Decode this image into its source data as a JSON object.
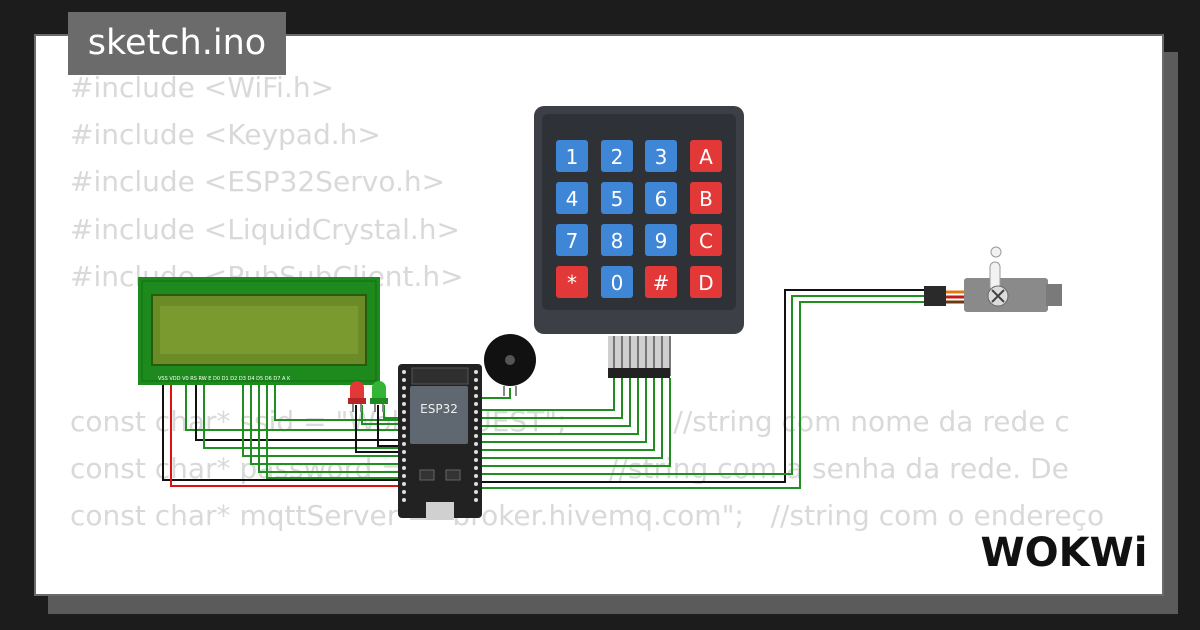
{
  "title": "sketch.ino",
  "brand": "WOKWi",
  "code_lines": [
    "#include <WiFi.h>",
    "#include <Keypad.h>",
    "#include <ESP32Servo.h>",
    "#include <LiquidCrystal.h>",
    "#include <PubSubClient.h>",
    "",
    "",
    "const char* ssid = \"Wokwi-GUEST\";            //string com nome da rede c",
    "const char* password = \"\";                  //string com a senha da rede. De",
    "const char* mqttServer = \"broker.hivemq.com\";   //string com o endereço"
  ],
  "esp32_label": "ESP32",
  "lcd_pin_labels": "VSS VDD V0 RS RW E D0 D1 D2 D3 D4 D5 D6 D7 A K",
  "keypad_keys": [
    "1",
    "2",
    "3",
    "A",
    "4",
    "5",
    "6",
    "B",
    "7",
    "8",
    "9",
    "C",
    "*",
    "0",
    "#",
    "D"
  ],
  "colors": {
    "code_text": "#d9d9d9",
    "tab_bg": "#6b6b6b",
    "lcd_board": "#1e8a1e",
    "lcd_screen": "#6b8b26",
    "keypad_body": "#3c3f45",
    "key_blue": "#3f87d6",
    "key_red": "#e23838",
    "wire_green": "#1f8f1f",
    "wire_red": "#e01010",
    "wire_black": "#111111"
  }
}
